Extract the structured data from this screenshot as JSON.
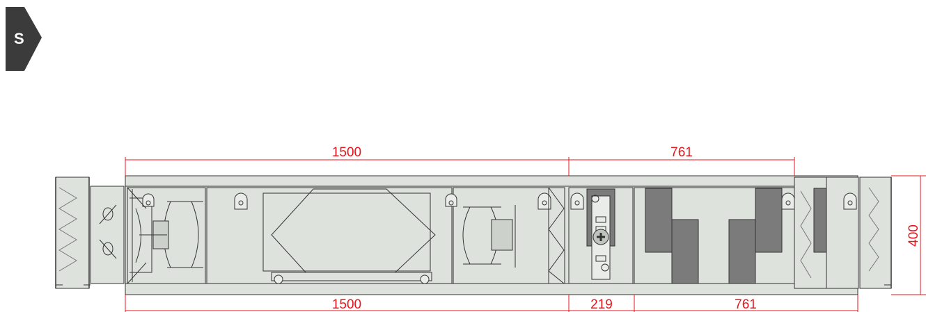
{
  "orientation_badge": {
    "label": "S",
    "icon": "direction-arrow-icon"
  },
  "dimensions": {
    "top": [
      {
        "value": "1500"
      },
      {
        "value": "761"
      }
    ],
    "bottom": [
      {
        "value": "1500"
      },
      {
        "value": "219"
      },
      {
        "value": "761"
      }
    ],
    "height": {
      "value": "400"
    }
  },
  "colors": {
    "dimension_lines": "#e8141b",
    "housing_fill": "#dde2dd",
    "outline": "#333333",
    "coil_fill": "#7b7b7b",
    "badge_fill": "#3b3b3b"
  }
}
